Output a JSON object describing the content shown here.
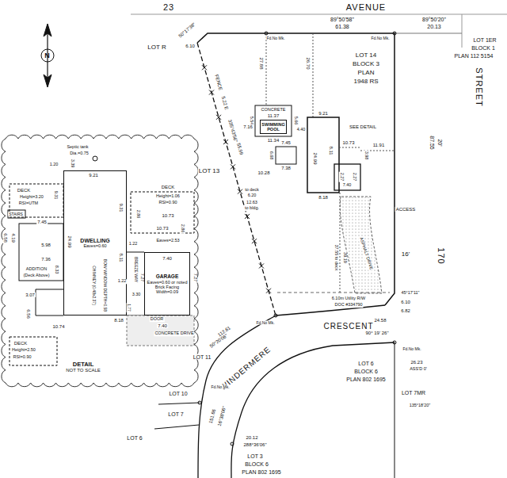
{
  "diagram": {
    "nodes": [
      {
        "text": [
          "DETAIL",
          "NOT TO SCALE"
        ]
      },
      {
        "text": [
          "DWELLING",
          "Eaves=0.60"
        ],
        "in": 0
      },
      {
        "text": [
          "GARAGE",
          "Eaves=0.60 or noted",
          "Brick Facing Width=0.09"
        ],
        "in": 0
      },
      {
        "text": [
          "SWIMMING POOL"
        ]
      }
    ],
    "labels": [
      "23",
      "AVENUE",
      "89°50'58\"",
      "61.38",
      "89°50'20\"",
      "20.13",
      "LOT 1ER",
      "BLOCK 1",
      "PLAN 112 5154",
      "LOT R",
      "50°17'38\"",
      "6.10",
      "Fd.No Mk.",
      "Fd.No Mk.",
      "FENCE",
      "5.22 E",
      "27.88",
      "26.70",
      "LOT 14",
      "BLOCK 3",
      "PLAN",
      "1948 RS",
      "STREET",
      "CONCRETE",
      "11.37",
      "11.34",
      "5.54",
      "5.66",
      "4.40",
      "9.21",
      "SEE DETAIL",
      "10.73",
      "3.98",
      "11.91",
      "7.16",
      "7.45",
      "6.68",
      "7.38",
      "10.28",
      "24.99",
      "8.11",
      "2.27",
      "2.27",
      "7.40",
      "8.18",
      "87.55",
      "20'",
      "LOT 13",
      "to deck",
      "6.20",
      "12.63",
      "to bldg.",
      "ACCESS",
      "16'",
      "170",
      "37.55 to deck",
      "39.19",
      "ASPHALT DRIVE",
      "335°43'56\"",
      "55.99",
      "6.10m Utility R/W",
      "DOC #334790",
      "45°17'11\"",
      "6.82",
      "6.10",
      "Fd.No Mk.",
      "CRESCENT",
      "24.58",
      "90° 19' 26\"",
      "WINDERMERE",
      "112.61",
      "50°20'06\"",
      "26.23",
      "ASS'D 0'",
      "LOT 6",
      "BLOCK 6",
      "PLAN 802 1695",
      "LOT 7MR",
      "135°18'20\"",
      "LOT 11",
      "LOT 10",
      "LOT 7",
      "LOT 6",
      "151.66",
      "16°38'06\"",
      "20.12",
      "288°36'06\"",
      "LOT 3",
      "BLOCK 6",
      "PLAN 802 1695",
      "Fd.No Mk.",
      "Fd.No Mk.",
      "N",
      "Septic tank",
      "Dia.=0.75",
      "1.20",
      "3.39",
      "9.21",
      "DECK",
      "Height=3.20",
      "RSI=UTM",
      "9.31",
      "9.31",
      "DECK",
      "Height=1.06",
      "RSI=0.90",
      "2.86",
      "10.73",
      "10.73",
      "2.86",
      "Eaves=2.53",
      "STAIRS",
      "7.45",
      "6.58",
      "4.19",
      "5.98",
      "7.36",
      "ADDITION",
      "(Deck Above)",
      "8.33",
      "24.99",
      "8.11",
      "1.22",
      "1.22",
      "BREEZE WAY",
      "7.40",
      "7.27",
      "7.27",
      "CHIMNEY (0.48x2.37)",
      "BOW WINDOW DEPTH=0.58",
      "1.77",
      "3.30",
      "3.07",
      "6.56",
      "DOOR",
      "7.40",
      "CONCRETE DRIVE",
      "10.74",
      "8.18",
      "DECK",
      "Height=2.50",
      "RSI=0.90"
    ]
  }
}
